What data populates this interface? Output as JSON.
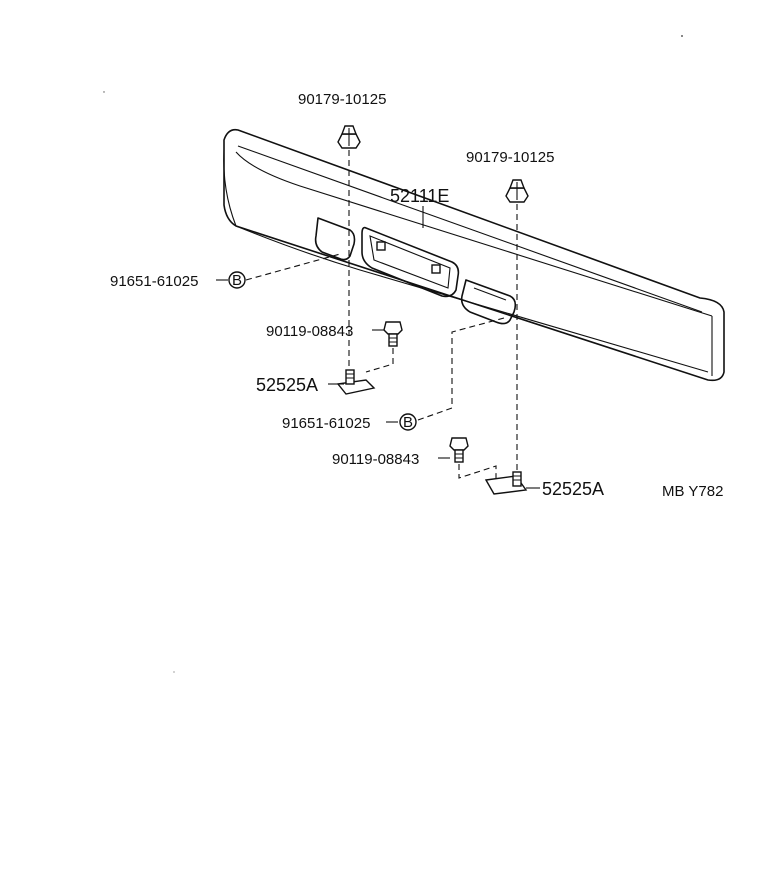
{
  "labels": {
    "bumper": "52111E",
    "nut_top_left": "90179-10125",
    "nut_top_right": "90179-10125",
    "clip_left": "91651-61025",
    "clip_right": "91651-61025",
    "bolt_left": "90119-08843",
    "bolt_right": "90119-08843",
    "bracket_left": "52525A",
    "bracket_right": "52525A",
    "ref_code": "MB Y782",
    "clip_marker_left": "B",
    "clip_marker_right": "B"
  }
}
